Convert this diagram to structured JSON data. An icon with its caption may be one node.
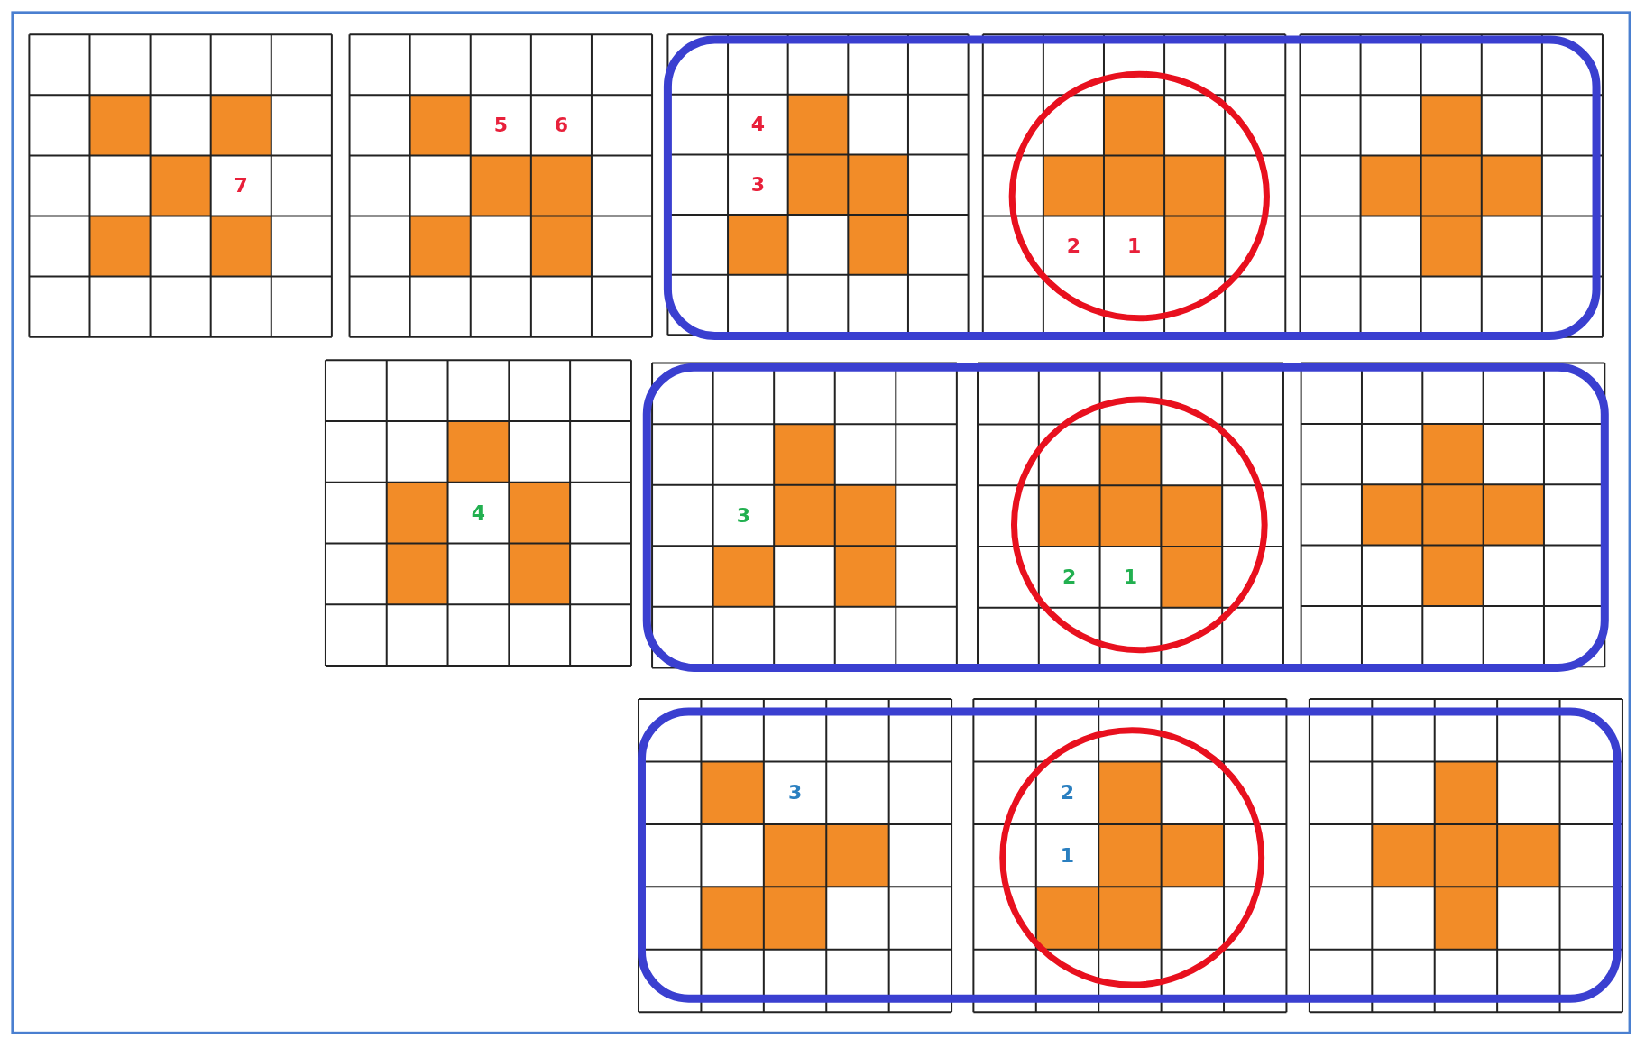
{
  "diagram": {
    "labels": [
      "7",
      "5",
      "6",
      "4",
      "3",
      "2",
      "1",
      "4",
      "3",
      "2",
      "1",
      "3",
      "2",
      "1"
    ]
  }
}
